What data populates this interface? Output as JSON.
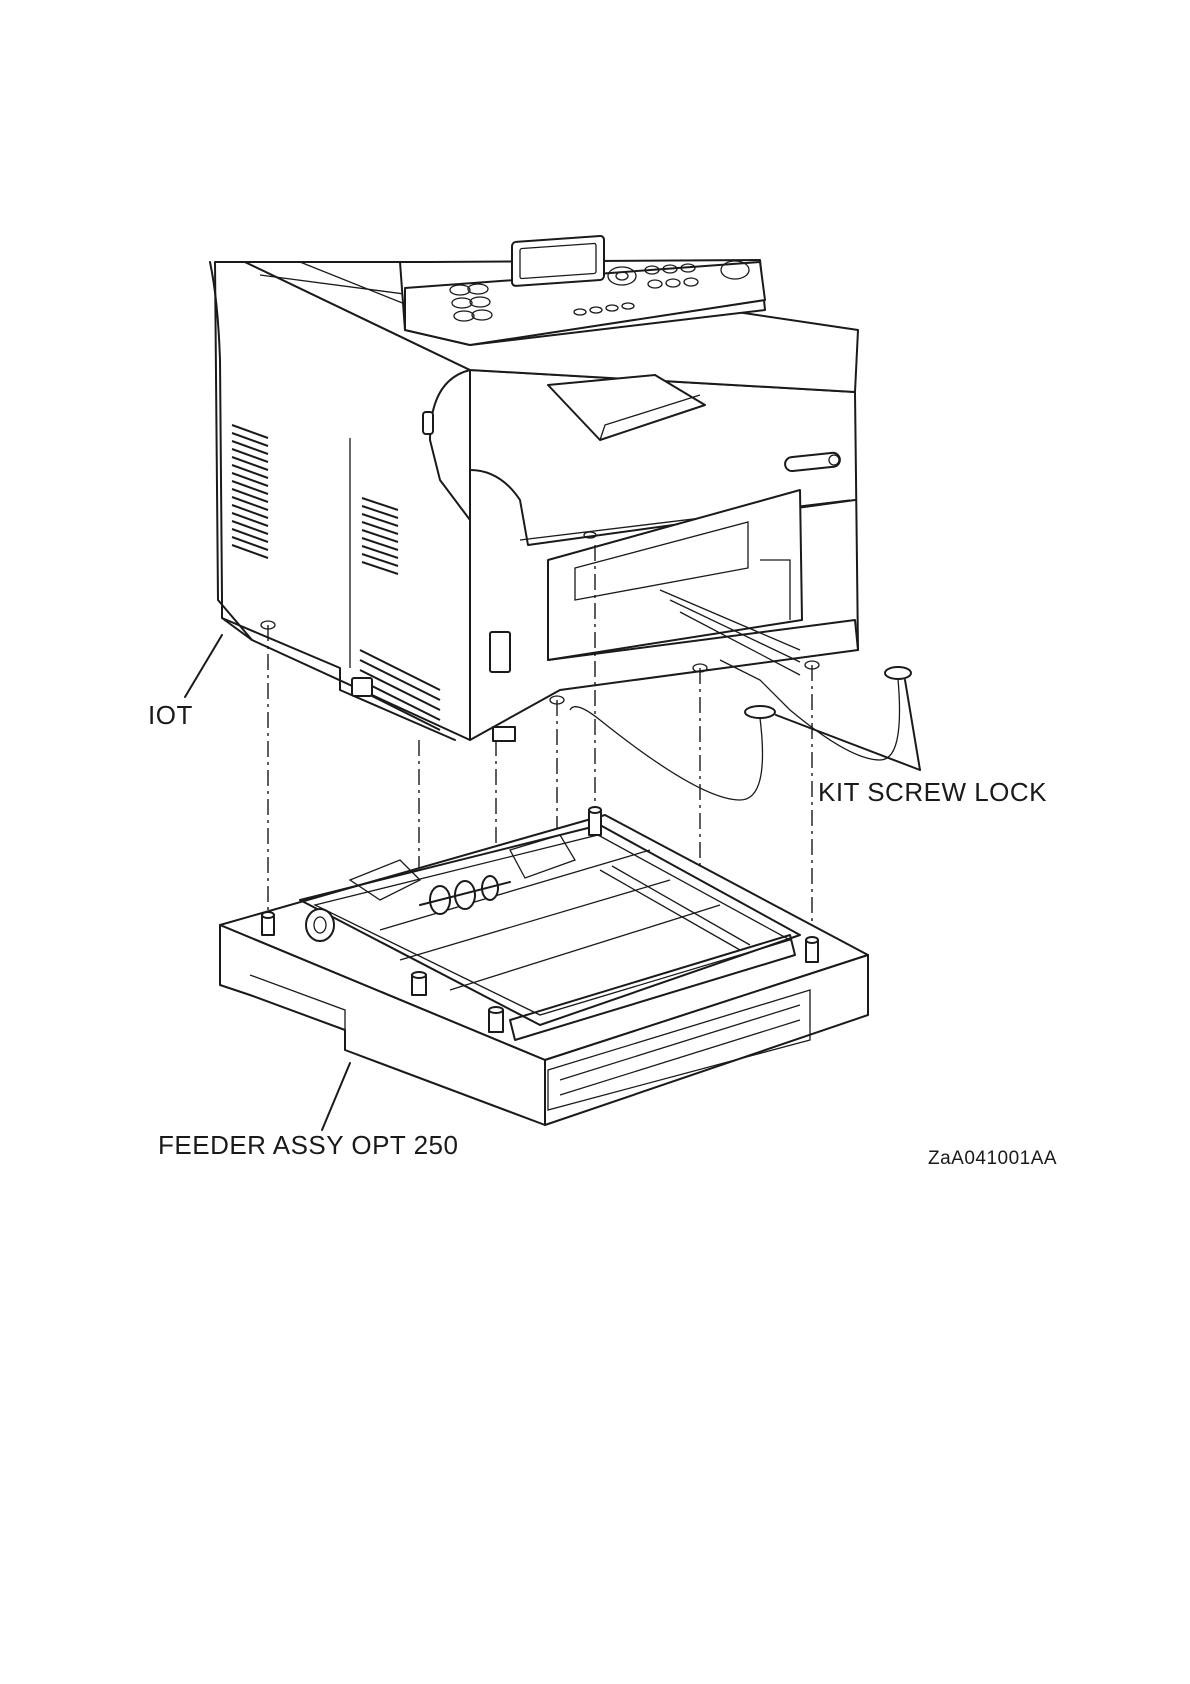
{
  "figure": {
    "labels": {
      "iot": "IOT",
      "kit_screw_lock": "KIT SCREW LOCK",
      "feeder": "FEEDER ASSY OPT 250",
      "figure_code": "ZaA041001AA"
    },
    "colors": {
      "line": "#1a1a1a",
      "background": "#ffffff"
    }
  }
}
